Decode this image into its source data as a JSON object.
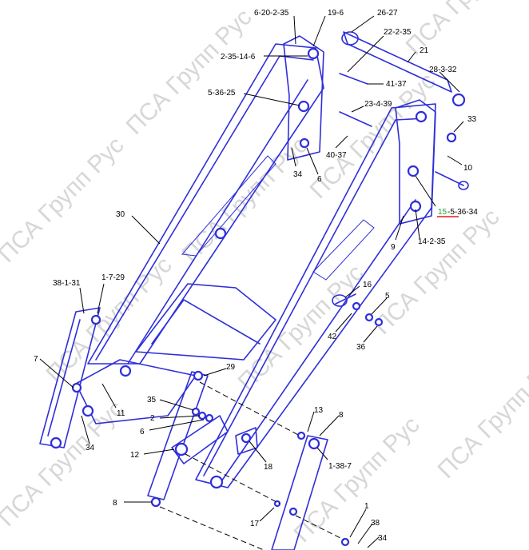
{
  "watermark": "ПСА Групп Рус",
  "colors": {
    "line": "#2f2fd9",
    "label": "#000000",
    "highlight_text": "#27a23f",
    "highlight_underline": "#e01b1b",
    "watermark": "#d7d7d7"
  },
  "callouts": {
    "c01": "6-20-2-35",
    "c02": "19-6",
    "c03": "26-27",
    "c04": "22-2-35",
    "c05": "2-35-14-6",
    "c06": "21",
    "c07": "41-37",
    "c08": "28-3-32",
    "c09": "5-36-25",
    "c10": "23-4-39",
    "c11": "33",
    "c12": "34",
    "c13": "6",
    "c14": "40-37",
    "c15": "10",
    "c16_hl": "15",
    "c16_rest": "-5-36-34",
    "c17": "30",
    "c18": "9",
    "c19": "14-2-35",
    "c20": "38-1-31",
    "c21": "1-7-29",
    "c22": "16",
    "c23": "5",
    "c24": "42",
    "c25": "36",
    "c26": "7",
    "c27": "29",
    "c28": "11",
    "c29": "35",
    "c30": "13",
    "c31": "2",
    "c32": "8",
    "c33": "6",
    "c34": "34",
    "c35": "12",
    "c36": "1-38-7",
    "c37": "18",
    "c38": "8",
    "c39": "17",
    "c40": "1",
    "c41": "38",
    "c42": "34"
  }
}
